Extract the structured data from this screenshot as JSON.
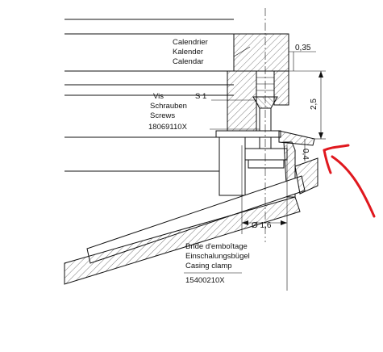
{
  "labels": {
    "calendar": [
      "Calendrier",
      "Kalender",
      "Calendar"
    ],
    "screw": [
      "Vis",
      "Schrauben",
      "Screws",
      "18069110X"
    ],
    "screw_size": "S 1",
    "clamp": [
      "Bride d'emboîtage",
      "Einschalungsbügel",
      "Casing clamp",
      "15400210X"
    ]
  },
  "dimensions": {
    "top_gap": "0,35",
    "height": "2,5",
    "gap": "0,4",
    "diameter": "Ø 1,6"
  },
  "colors": {
    "line": "#111111",
    "annotation_arrow": "#e0181e",
    "background": "#ffffff"
  }
}
